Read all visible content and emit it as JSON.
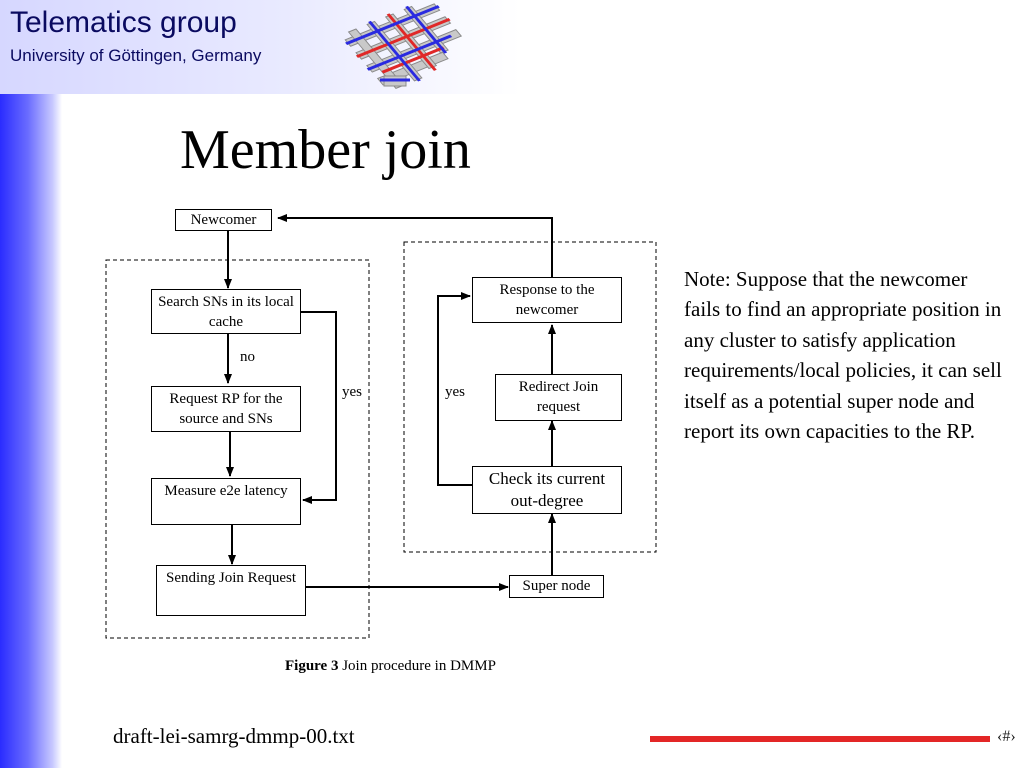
{
  "header": {
    "org_title": "Telematics group",
    "org_subtitle": "University of Göttingen, Germany",
    "logo_icon": "network-grid-logo"
  },
  "slide": {
    "title": "Member join"
  },
  "diagram": {
    "nodes": {
      "newcomer": "Newcomer",
      "search": "Search SNs in its local cache",
      "request_rp": "Request RP for the source and SNs",
      "measure": "Measure e2e latency",
      "sending": "Sending Join Request",
      "super_node": "Super node",
      "check": "Check its current out-degree",
      "redirect": "Redirect Join request",
      "response": "Response to the newcomer"
    },
    "edge_labels": {
      "no": "no",
      "yes_left": "yes",
      "yes_right": "yes"
    }
  },
  "note": "Note: Suppose that the newcomer fails to find an appropriate position in any cluster to satisfy application requirements/local policies, it can sell itself as a potential super node and report its own capacities to the RP.",
  "caption": {
    "prefix": "Figure 3",
    "text": " Join procedure in DMMP"
  },
  "footer": {
    "filename": "draft-lei-samrg-dmmp-00.txt",
    "page_number": "‹#›"
  },
  "colors": {
    "accent_red": "#e32626",
    "header_text": "#0a0a60",
    "sidebar_blue": "#2a2cff"
  }
}
